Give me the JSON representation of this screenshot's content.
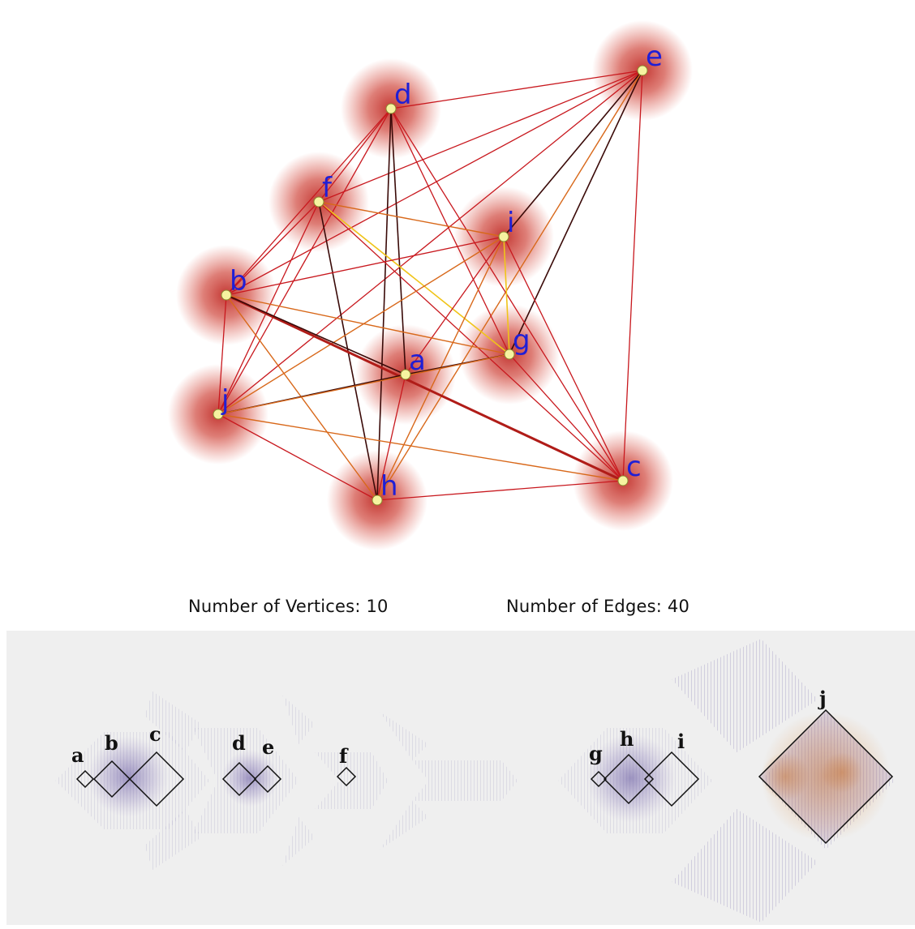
{
  "graph": {
    "vertices": [
      {
        "label": "a"
      },
      {
        "label": "b"
      },
      {
        "label": "c"
      },
      {
        "label": "d"
      },
      {
        "label": "e"
      },
      {
        "label": "f"
      },
      {
        "label": "g"
      },
      {
        "label": "h"
      },
      {
        "label": "i"
      },
      {
        "label": "j"
      }
    ],
    "edges": [
      [
        "d",
        "e"
      ],
      [
        "e",
        "c"
      ],
      [
        "e",
        "j"
      ],
      [
        "e",
        "f"
      ],
      [
        "e",
        "b"
      ],
      [
        "e",
        "i"
      ],
      [
        "e",
        "g"
      ],
      [
        "e",
        "h"
      ],
      [
        "d",
        "a"
      ],
      [
        "d",
        "f"
      ],
      [
        "d",
        "b"
      ],
      [
        "d",
        "j"
      ],
      [
        "d",
        "h"
      ],
      [
        "d",
        "g"
      ],
      [
        "d",
        "c"
      ],
      [
        "f",
        "i"
      ],
      [
        "f",
        "g"
      ],
      [
        "f",
        "b"
      ],
      [
        "f",
        "j"
      ],
      [
        "f",
        "h"
      ],
      [
        "f",
        "c"
      ],
      [
        "i",
        "g"
      ],
      [
        "i",
        "b"
      ],
      [
        "i",
        "j"
      ],
      [
        "i",
        "h"
      ],
      [
        "i",
        "c"
      ],
      [
        "i",
        "a"
      ],
      [
        "b",
        "j"
      ],
      [
        "b",
        "c"
      ],
      [
        "b",
        "g"
      ],
      [
        "b",
        "h"
      ],
      [
        "b",
        "a"
      ],
      [
        "a",
        "g"
      ],
      [
        "a",
        "j"
      ],
      [
        "a",
        "h"
      ],
      [
        "j",
        "c"
      ],
      [
        "j",
        "h"
      ],
      [
        "j",
        "g"
      ],
      [
        "g",
        "c"
      ],
      [
        "h",
        "c"
      ]
    ],
    "colors": {
      "edge_red": "#c8181e",
      "edge_dark": "#3a0a08",
      "edge_orange": "#d8681a",
      "edge_yellow": "#f0c419",
      "label": "#1f1fd6",
      "node_fill": "#f6f3a0",
      "glow": "#c0261c"
    }
  },
  "stats": {
    "vertices_text": "Number of Vertices: 10",
    "edges_text": "Number of Edges: 40"
  },
  "matrix": {
    "block_labels": [
      "a",
      "b",
      "c",
      "d",
      "e",
      "f",
      "g",
      "h",
      "i",
      "j"
    ],
    "colors": {
      "background": "#efefef",
      "texture": "#6a5aa0",
      "warm": "#d9822b",
      "outline": "#111111"
    }
  }
}
